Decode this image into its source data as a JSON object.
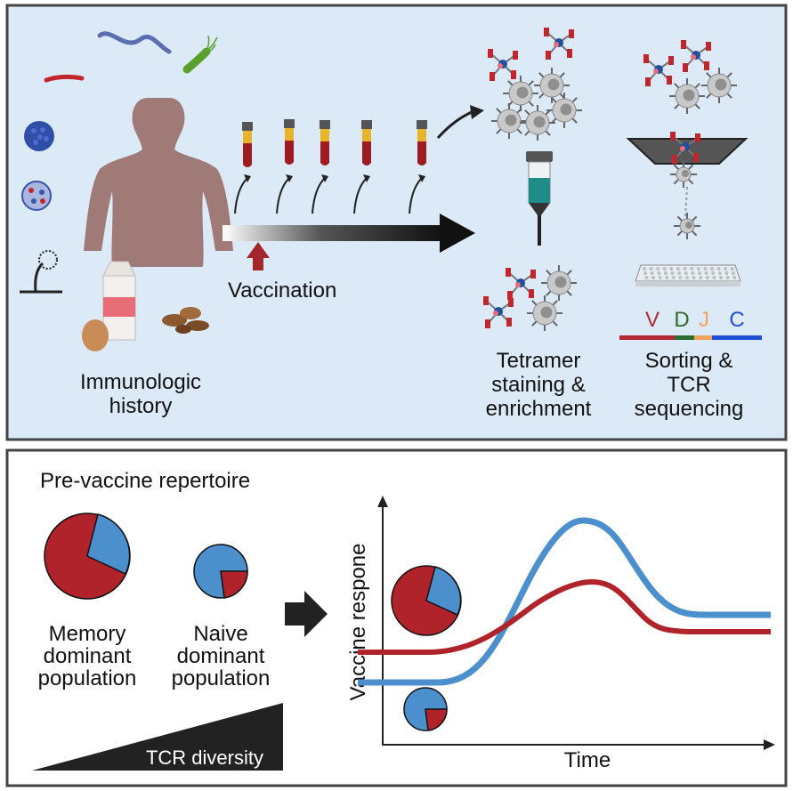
{
  "top_panel": {
    "history_label_line1": "Immunologic",
    "history_label_line2": "history",
    "vaccination_label": "Vaccination",
    "tetramer_label_line1": "Tetramer",
    "tetramer_label_line2": "staining &",
    "tetramer_label_line3": "enrichment",
    "sorting_label_line1": "Sorting &",
    "sorting_label_line2": "TCR",
    "sorting_label_line3": "sequencing",
    "segments": [
      {
        "letter": "V",
        "color": "#b22a2f"
      },
      {
        "letter": "D",
        "color": "#2e6b2e"
      },
      {
        "letter": "J",
        "color": "#f0a35a"
      },
      {
        "letter": "C",
        "color": "#1f4fd6"
      }
    ]
  },
  "bottom_panel": {
    "title": "Pre-vaccine repertoire",
    "memory_label_line1": "Memory",
    "memory_label_line2": "dominant",
    "memory_label_line3": "population",
    "naive_label_line1": "Naive",
    "naive_label_line2": "dominant",
    "naive_label_line3": "population",
    "diversity_label": "TCR diversity",
    "y_axis_label": "Vaccine respone",
    "x_axis_label": "Time"
  },
  "colors": {
    "panel_bg": "#dce9f7",
    "memory_red": "#b0232a",
    "naive_blue": "#4b8fcc",
    "tube_red": "#9e1b22",
    "tube_yellow": "#e8b42a"
  }
}
